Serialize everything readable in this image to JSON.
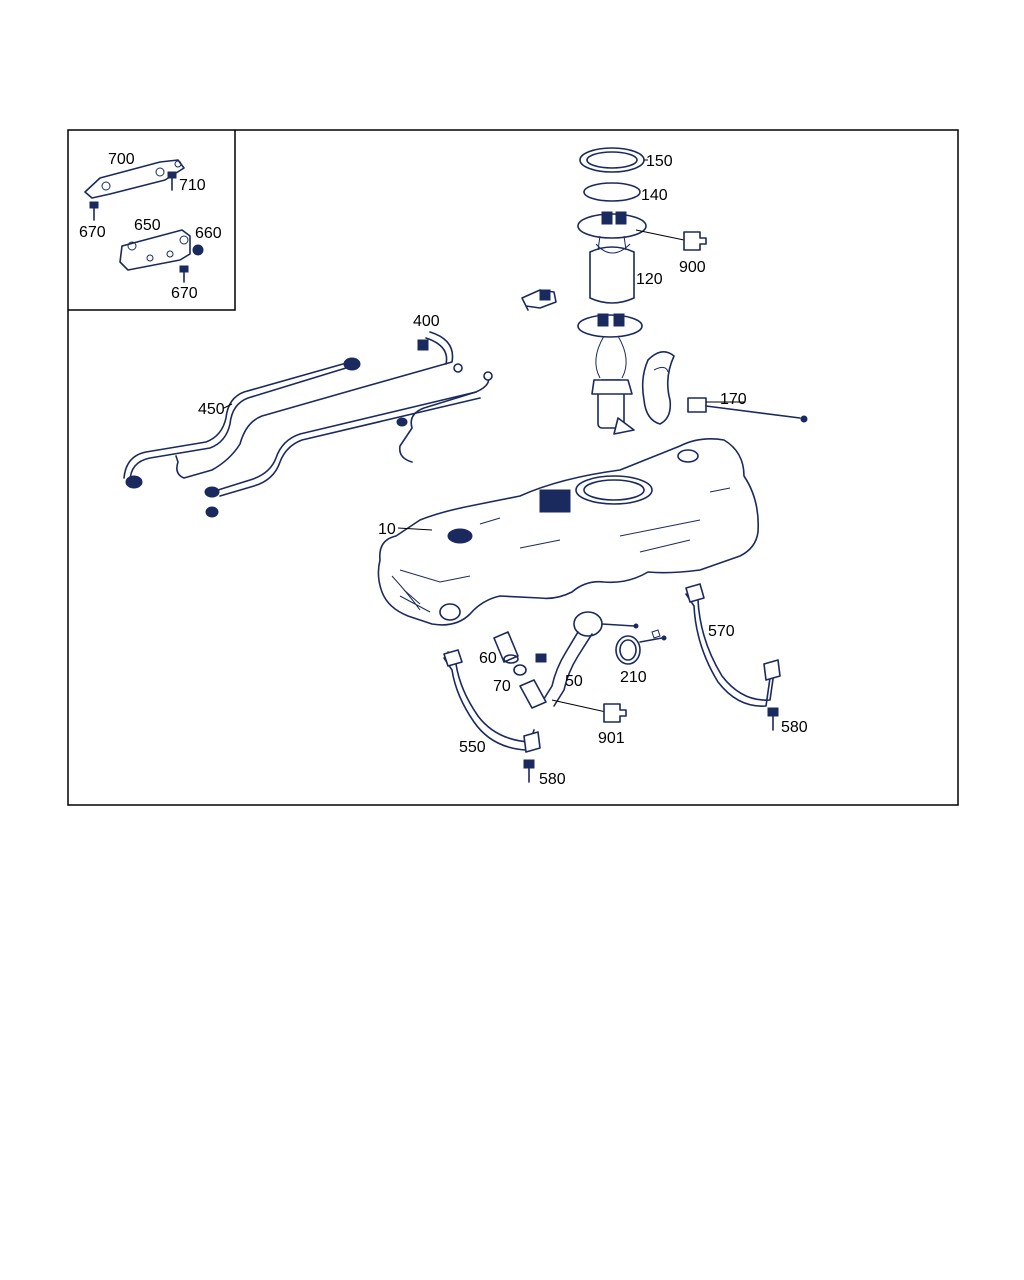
{
  "callouts": {
    "c700": "700",
    "c710": "710",
    "c670a": "670",
    "c650": "650",
    "c660": "660",
    "c670b": "670",
    "c150": "150",
    "c140": "140",
    "c900": "900",
    "c120": "120",
    "c400": "400",
    "c450": "450",
    "c170": "170",
    "c10": "10",
    "c570": "570",
    "c60": "60",
    "c210": "210",
    "c70": "70",
    "c50": "50",
    "c580a": "580",
    "c901": "901",
    "c550": "550",
    "c580b": "580"
  },
  "colors": {
    "line": "#1a2a5e",
    "text": "#000000",
    "background": "#ffffff"
  }
}
